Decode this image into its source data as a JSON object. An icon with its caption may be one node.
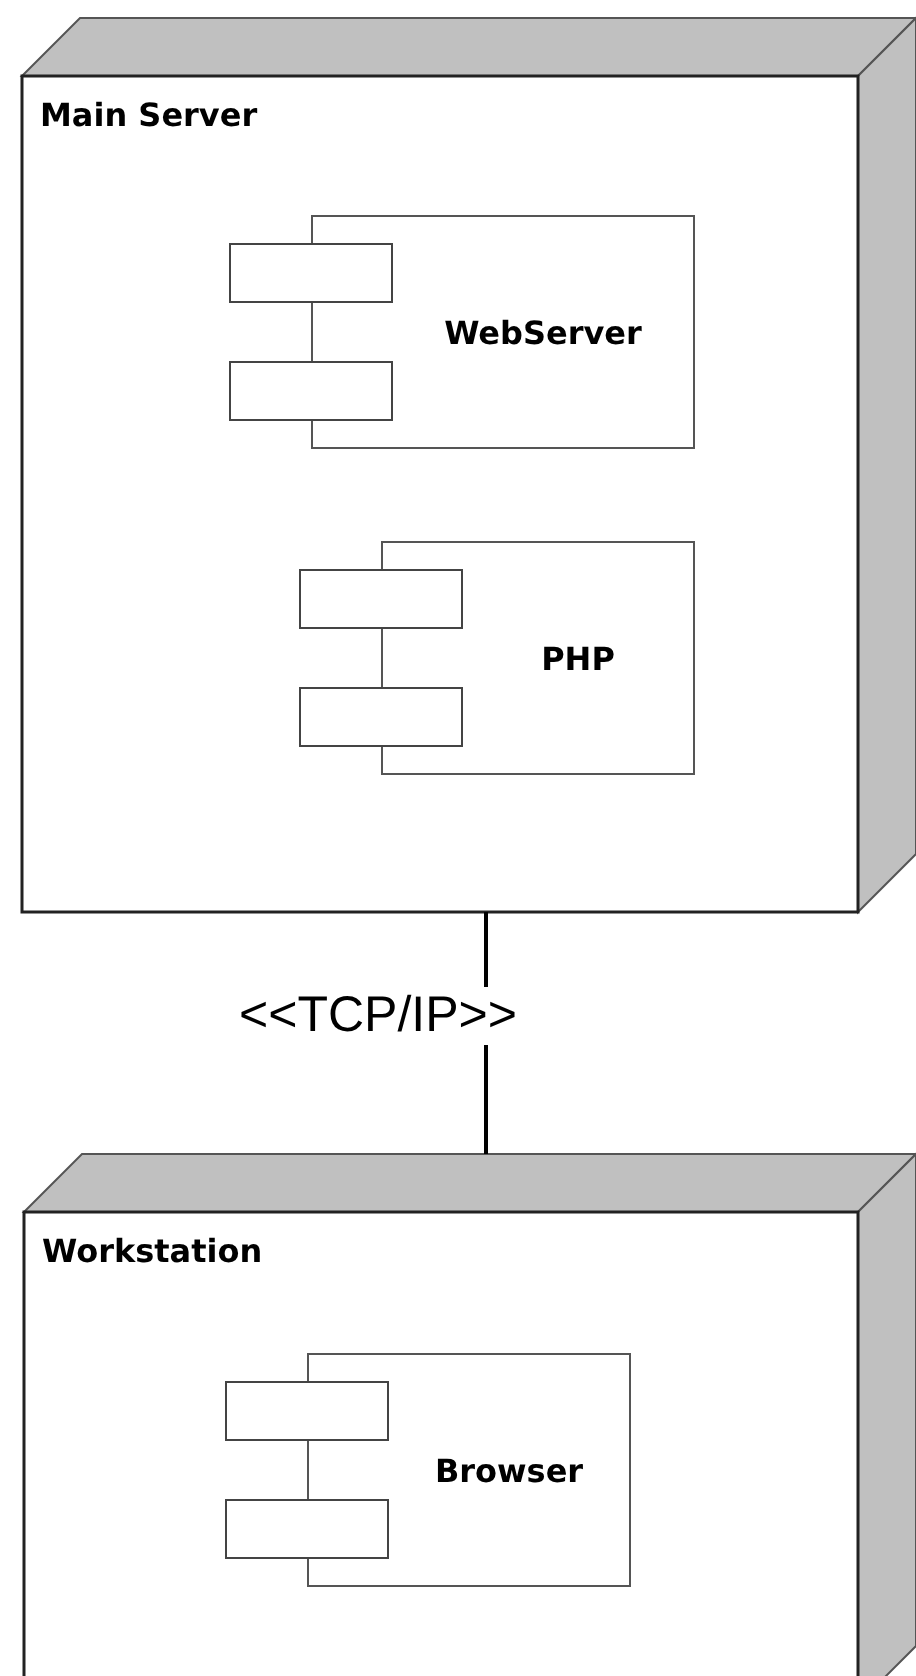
{
  "diagram": {
    "nodes": [
      {
        "text": [
          "Main Server"
        ]
      },
      {
        "text": [
          "WebServer"
        ],
        "in": 0
      },
      {
        "text": [
          "PHP"
        ],
        "in": 0
      },
      {
        "text": [
          "Workstation"
        ]
      },
      {
        "text": [
          "Browser"
        ],
        "in": 3
      }
    ],
    "edges": [
      {
        "from": 0,
        "to": 3,
        "arrow": "none",
        "label": "<<TCP/IP>>"
      }
    ]
  }
}
